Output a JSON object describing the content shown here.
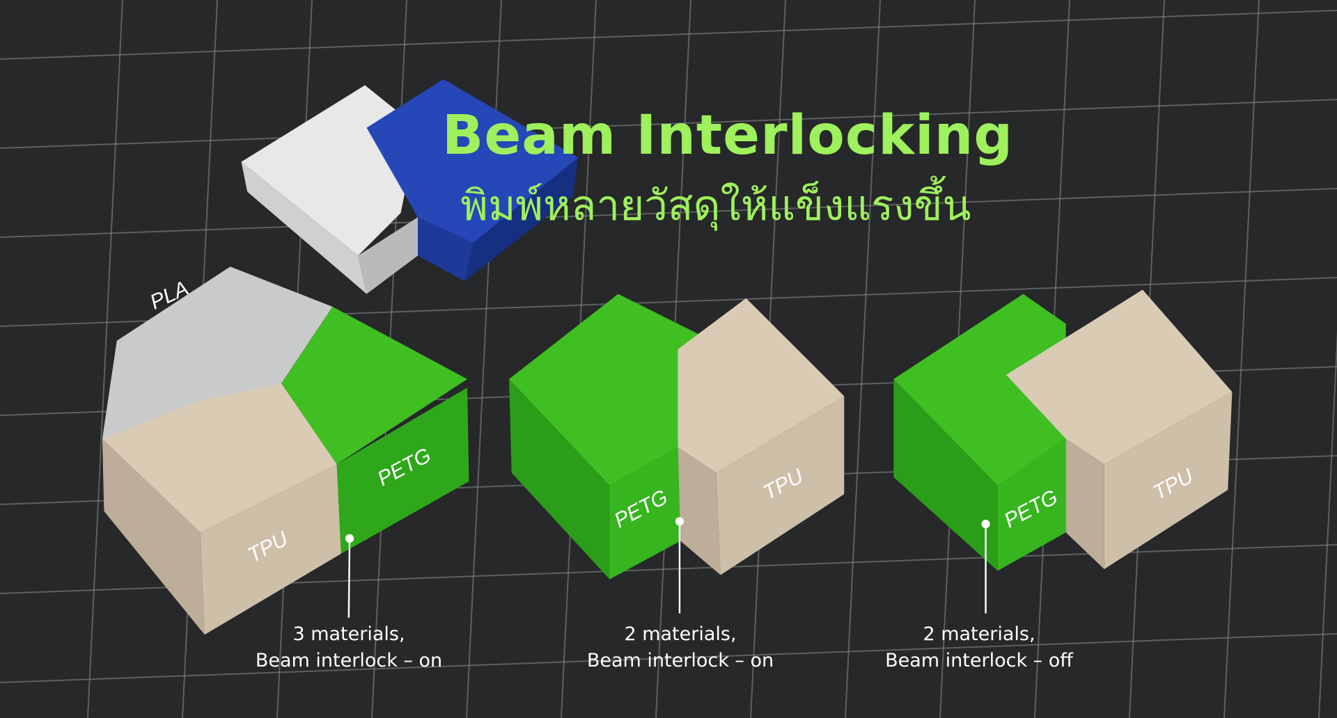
{
  "title": "Beam Interlocking",
  "subtitle": "พิมพ์หลายวัสดุให้แข็งแรงขึ้น",
  "samples": [
    {
      "line1": "3 materials,",
      "line2": "Beam interlock – on",
      "labels": [
        "PLA",
        "TPU",
        "PETG"
      ]
    },
    {
      "line1": "2 materials,",
      "line2": "Beam interlock – on",
      "labels": [
        "PETG",
        "TPU"
      ]
    },
    {
      "line1": "2 materials,",
      "line2": "Beam interlock – off",
      "labels": [
        "PETG",
        "TPU"
      ]
    }
  ],
  "colors": {
    "background": "#26282a",
    "accent": "#9ef05c",
    "petg": "#36b51f",
    "tpu": "#cdbfa8",
    "pla": "#dcdcdc",
    "blue": "#1f3e9e"
  }
}
